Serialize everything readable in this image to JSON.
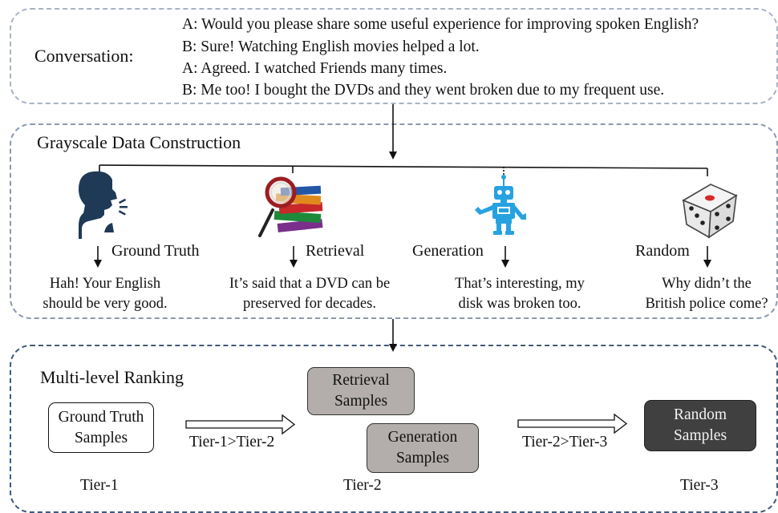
{
  "conversation": {
    "label": "Conversation:",
    "lines": [
      "A: Would you please share some useful experience for improving spoken English?",
      "B: Sure! Watching English movies helped a lot.",
      "A: Agreed. I watched Friends many times.",
      "B: Me too! I bought the DVDs and they went broken due to my frequent use."
    ]
  },
  "construction": {
    "title": "Grayscale Data Construction",
    "sources": [
      {
        "label": "Ground Truth",
        "response": [
          "Hah! Your English",
          "should be very good."
        ]
      },
      {
        "label": "Retrieval",
        "response": [
          "It’s said that a DVD can be",
          "preserved for decades."
        ]
      },
      {
        "label": "Generation",
        "response": [
          "That’s interesting, my",
          "disk was broken too."
        ]
      },
      {
        "label": "Random",
        "response": [
          "Why didn’t the",
          "British police come?"
        ]
      }
    ]
  },
  "ranking": {
    "title": "Multi-level Ranking",
    "ground_truth_box": [
      "Ground Truth",
      "Samples"
    ],
    "retrieval_box": [
      "Retrieval",
      "Samples"
    ],
    "generation_box": [
      "Generation",
      "Samples"
    ],
    "random_box": [
      "Random",
      "Samples"
    ],
    "arrow1_label": "Tier-1>Tier-2",
    "arrow2_label": "Tier-2>Tier-3",
    "tiers": [
      "Tier-1",
      "Tier-2",
      "Tier-3"
    ]
  },
  "colors": {
    "panel1_border": "#a8b3c6",
    "panel2_border": "#8a9ab2",
    "panel3_border": "#3f5a7d",
    "middle_box_fill": "#b3aeab",
    "random_box_fill": "#404040",
    "robot_blue": "#27a2e0",
    "person_navy": "#1f3a56"
  },
  "icons": [
    "speaking-person-icon",
    "books-magnifier-icon",
    "robot-icon",
    "dice-icon"
  ]
}
